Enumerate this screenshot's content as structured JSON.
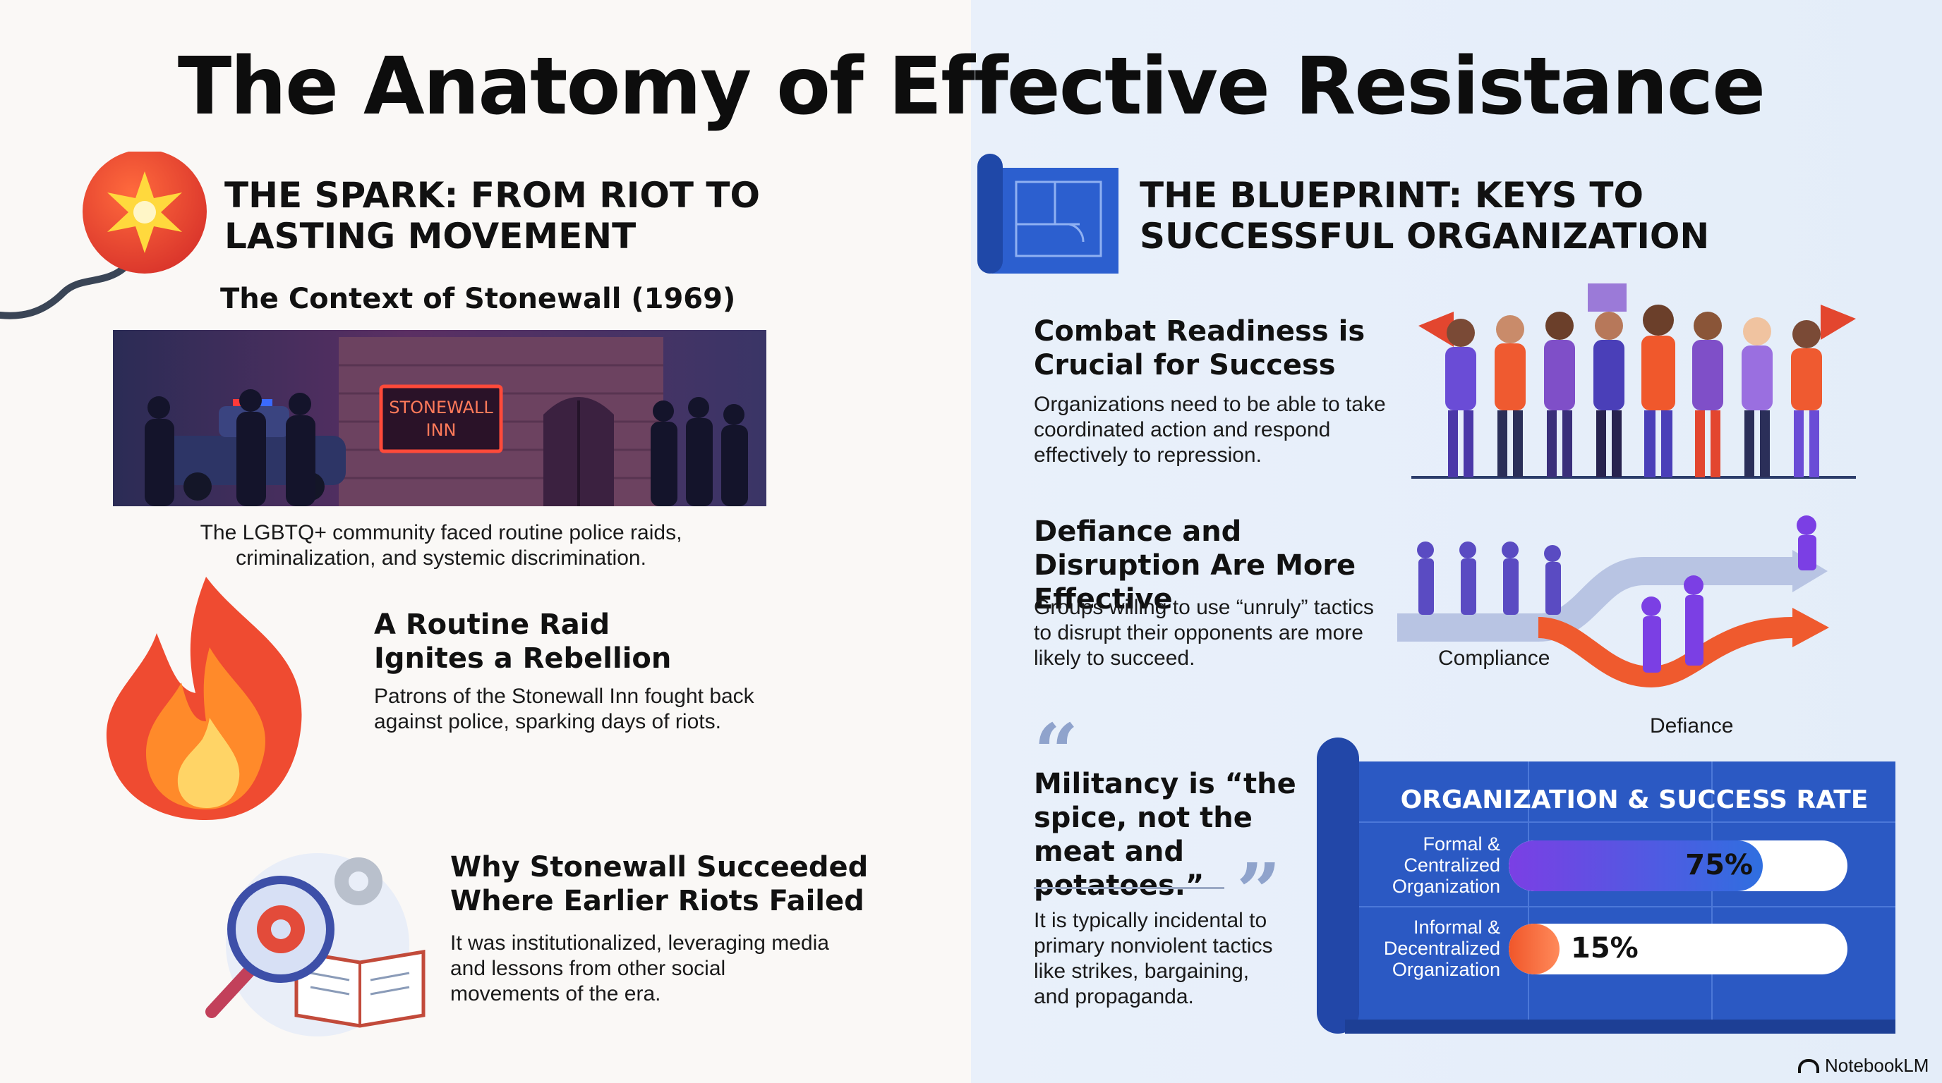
{
  "title": "The Anatomy of Effective Resistance",
  "left": {
    "heading": "THE SPARK: FROM RIOT TO LASTING MOVEMENT",
    "context": {
      "title": "The Context of Stonewall (1969)",
      "sign": "STONEWALL INN",
      "caption": "The LGBTQ+ community faced routine police raids, criminalization, and systemic discrimination."
    },
    "raid": {
      "title": "A Routine Raid Ignites a Rebellion",
      "text": "Patrons of the Stonewall Inn fought back against police, sparking days of riots."
    },
    "why": {
      "title": "Why Stonewall Succeeded Where Earlier Riots Failed",
      "text": "It was institutionalized, leveraging media and lessons from other social movements of the era."
    }
  },
  "right": {
    "heading": "THE BLUEPRINT: KEYS TO SUCCESSFUL ORGANIZATION",
    "combat": {
      "title": "Combat Readiness is Crucial for Success",
      "text": "Organizations need to be able to take coordinated action and respond effectively to repression."
    },
    "defiance": {
      "title": "Defiance and Disruption Are More Effective",
      "text": "Groups willing to use “unruly” tactics to disrupt their opponents are more likely to succeed.",
      "compliance_label": "Compliance",
      "defiance_label": "Defiance"
    },
    "quote": {
      "text": "Militancy is “the spice, not the meat and potatoes.”",
      "body": "It is typically incidental to primary nonviolent tactics like strikes, bargaining, and propaganda."
    },
    "chart": {
      "title": "ORGANIZATION & SUCCESS RATE",
      "rows": [
        {
          "label": "Formal & Centralized Organization",
          "value_text": "75%",
          "value": 75
        },
        {
          "label": "Informal & Decentralized Organization",
          "value_text": "15%",
          "value": 15
        }
      ]
    }
  },
  "footer": {
    "brand": "NotebookLM"
  },
  "colors": {
    "accent_purple": "#7b3fe4",
    "accent_blue": "#2f6fe0",
    "accent_orange": "#f0562a",
    "panel_blue": "#2b59c3"
  }
}
